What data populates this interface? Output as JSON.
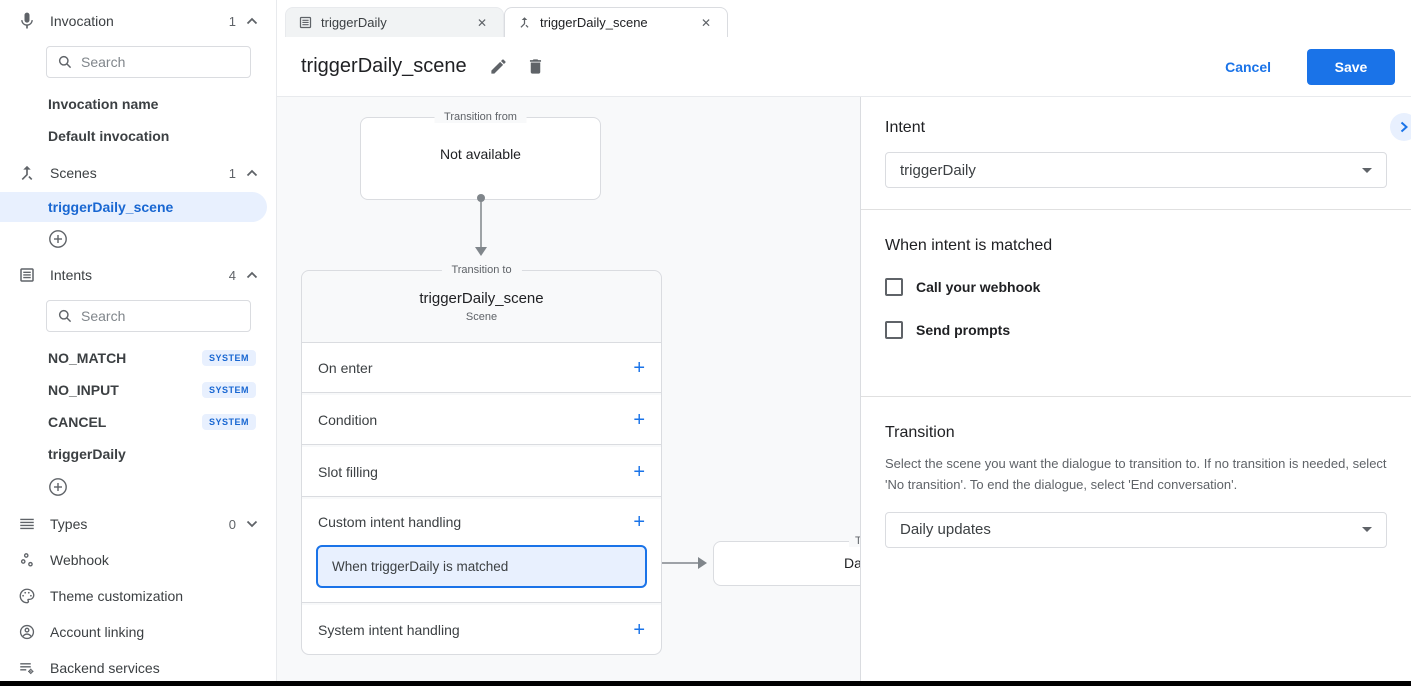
{
  "icons": {
    "add": "+",
    "close": "✕"
  },
  "colors": {
    "accent": "#1a73e8",
    "selected_bg": "#e8f0fe",
    "badge_text": "#1967d2",
    "canvas_bg": "#f8f9fa"
  },
  "sidebar": {
    "invocation": {
      "label": "Invocation",
      "count": "1",
      "search_placeholder": "Search",
      "items": [
        {
          "name": "Invocation name"
        },
        {
          "name": "Default invocation"
        }
      ]
    },
    "scenes": {
      "label": "Scenes",
      "count": "1",
      "selected_item": "triggerDaily_scene"
    },
    "intents": {
      "label": "Intents",
      "count": "4",
      "search_placeholder": "Search",
      "items": [
        {
          "name": "NO_MATCH",
          "badge": "SYSTEM"
        },
        {
          "name": "NO_INPUT",
          "badge": "SYSTEM"
        },
        {
          "name": "CANCEL",
          "badge": "SYSTEM"
        },
        {
          "name": "triggerDaily",
          "badge": ""
        }
      ]
    },
    "types": {
      "label": "Types",
      "count": "0"
    },
    "links": [
      {
        "label": "Webhook"
      },
      {
        "label": "Theme customization"
      },
      {
        "label": "Account linking"
      },
      {
        "label": "Backend services"
      }
    ]
  },
  "tabs": [
    {
      "label": "triggerDaily"
    },
    {
      "label": "triggerDaily_scene"
    }
  ],
  "header": {
    "title": "triggerDaily_scene",
    "cancel_label": "Cancel",
    "save_label": "Save"
  },
  "canvas": {
    "transition_from": {
      "legend": "Transition from",
      "body": "Not available"
    },
    "scene_card": {
      "legend": "Transition to",
      "title": "triggerDaily_scene",
      "subtitle": "Scene",
      "rows": [
        {
          "label": "On enter"
        },
        {
          "label": "Condition"
        },
        {
          "label": "Slot filling"
        },
        {
          "label": "Custom intent handling"
        },
        {
          "label": "System intent handling"
        }
      ],
      "selected_handler": "When triggerDaily is matched"
    },
    "partial_box": {
      "legend": "Tr",
      "body": "Dail"
    }
  },
  "panel": {
    "intent": {
      "heading": "Intent",
      "value": "triggerDaily"
    },
    "matched": {
      "heading": "When intent is matched",
      "options": [
        {
          "label": "Call your webhook"
        },
        {
          "label": "Send prompts"
        }
      ]
    },
    "transition": {
      "heading": "Transition",
      "description": "Select the scene you want the dialogue to transition to. If no transition is needed, select 'No transition'. To end the dialogue, select 'End conversation'.",
      "value": "Daily updates"
    }
  }
}
